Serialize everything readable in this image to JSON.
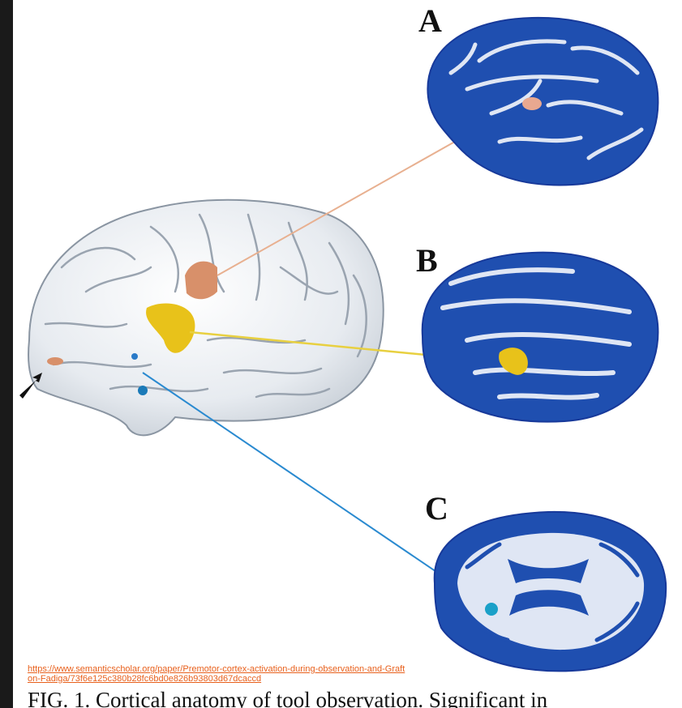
{
  "figure": {
    "panel_labels": [
      "A",
      "B",
      "C"
    ],
    "colors": {
      "brain_surface": "#eef1f4",
      "slice_blue": "#1f4fb0",
      "slice_white": "#dfe6f4",
      "region_a": "#d8906a",
      "region_b": "#e8c21a",
      "region_c": "#1aa0c8",
      "frame": "#1a1a1a"
    },
    "icons": [
      "arrow-icon"
    ]
  },
  "source_link": "https://www.semanticscholar.org/paper/Premotor-cortex-activation-during-observation-and-Grafton-Fadiga/73f6e125c380b28fc6bd0e826b93803d67dcaccd",
  "caption": "FIG. 1. Cortical anatomy of tool observation. Significant in"
}
